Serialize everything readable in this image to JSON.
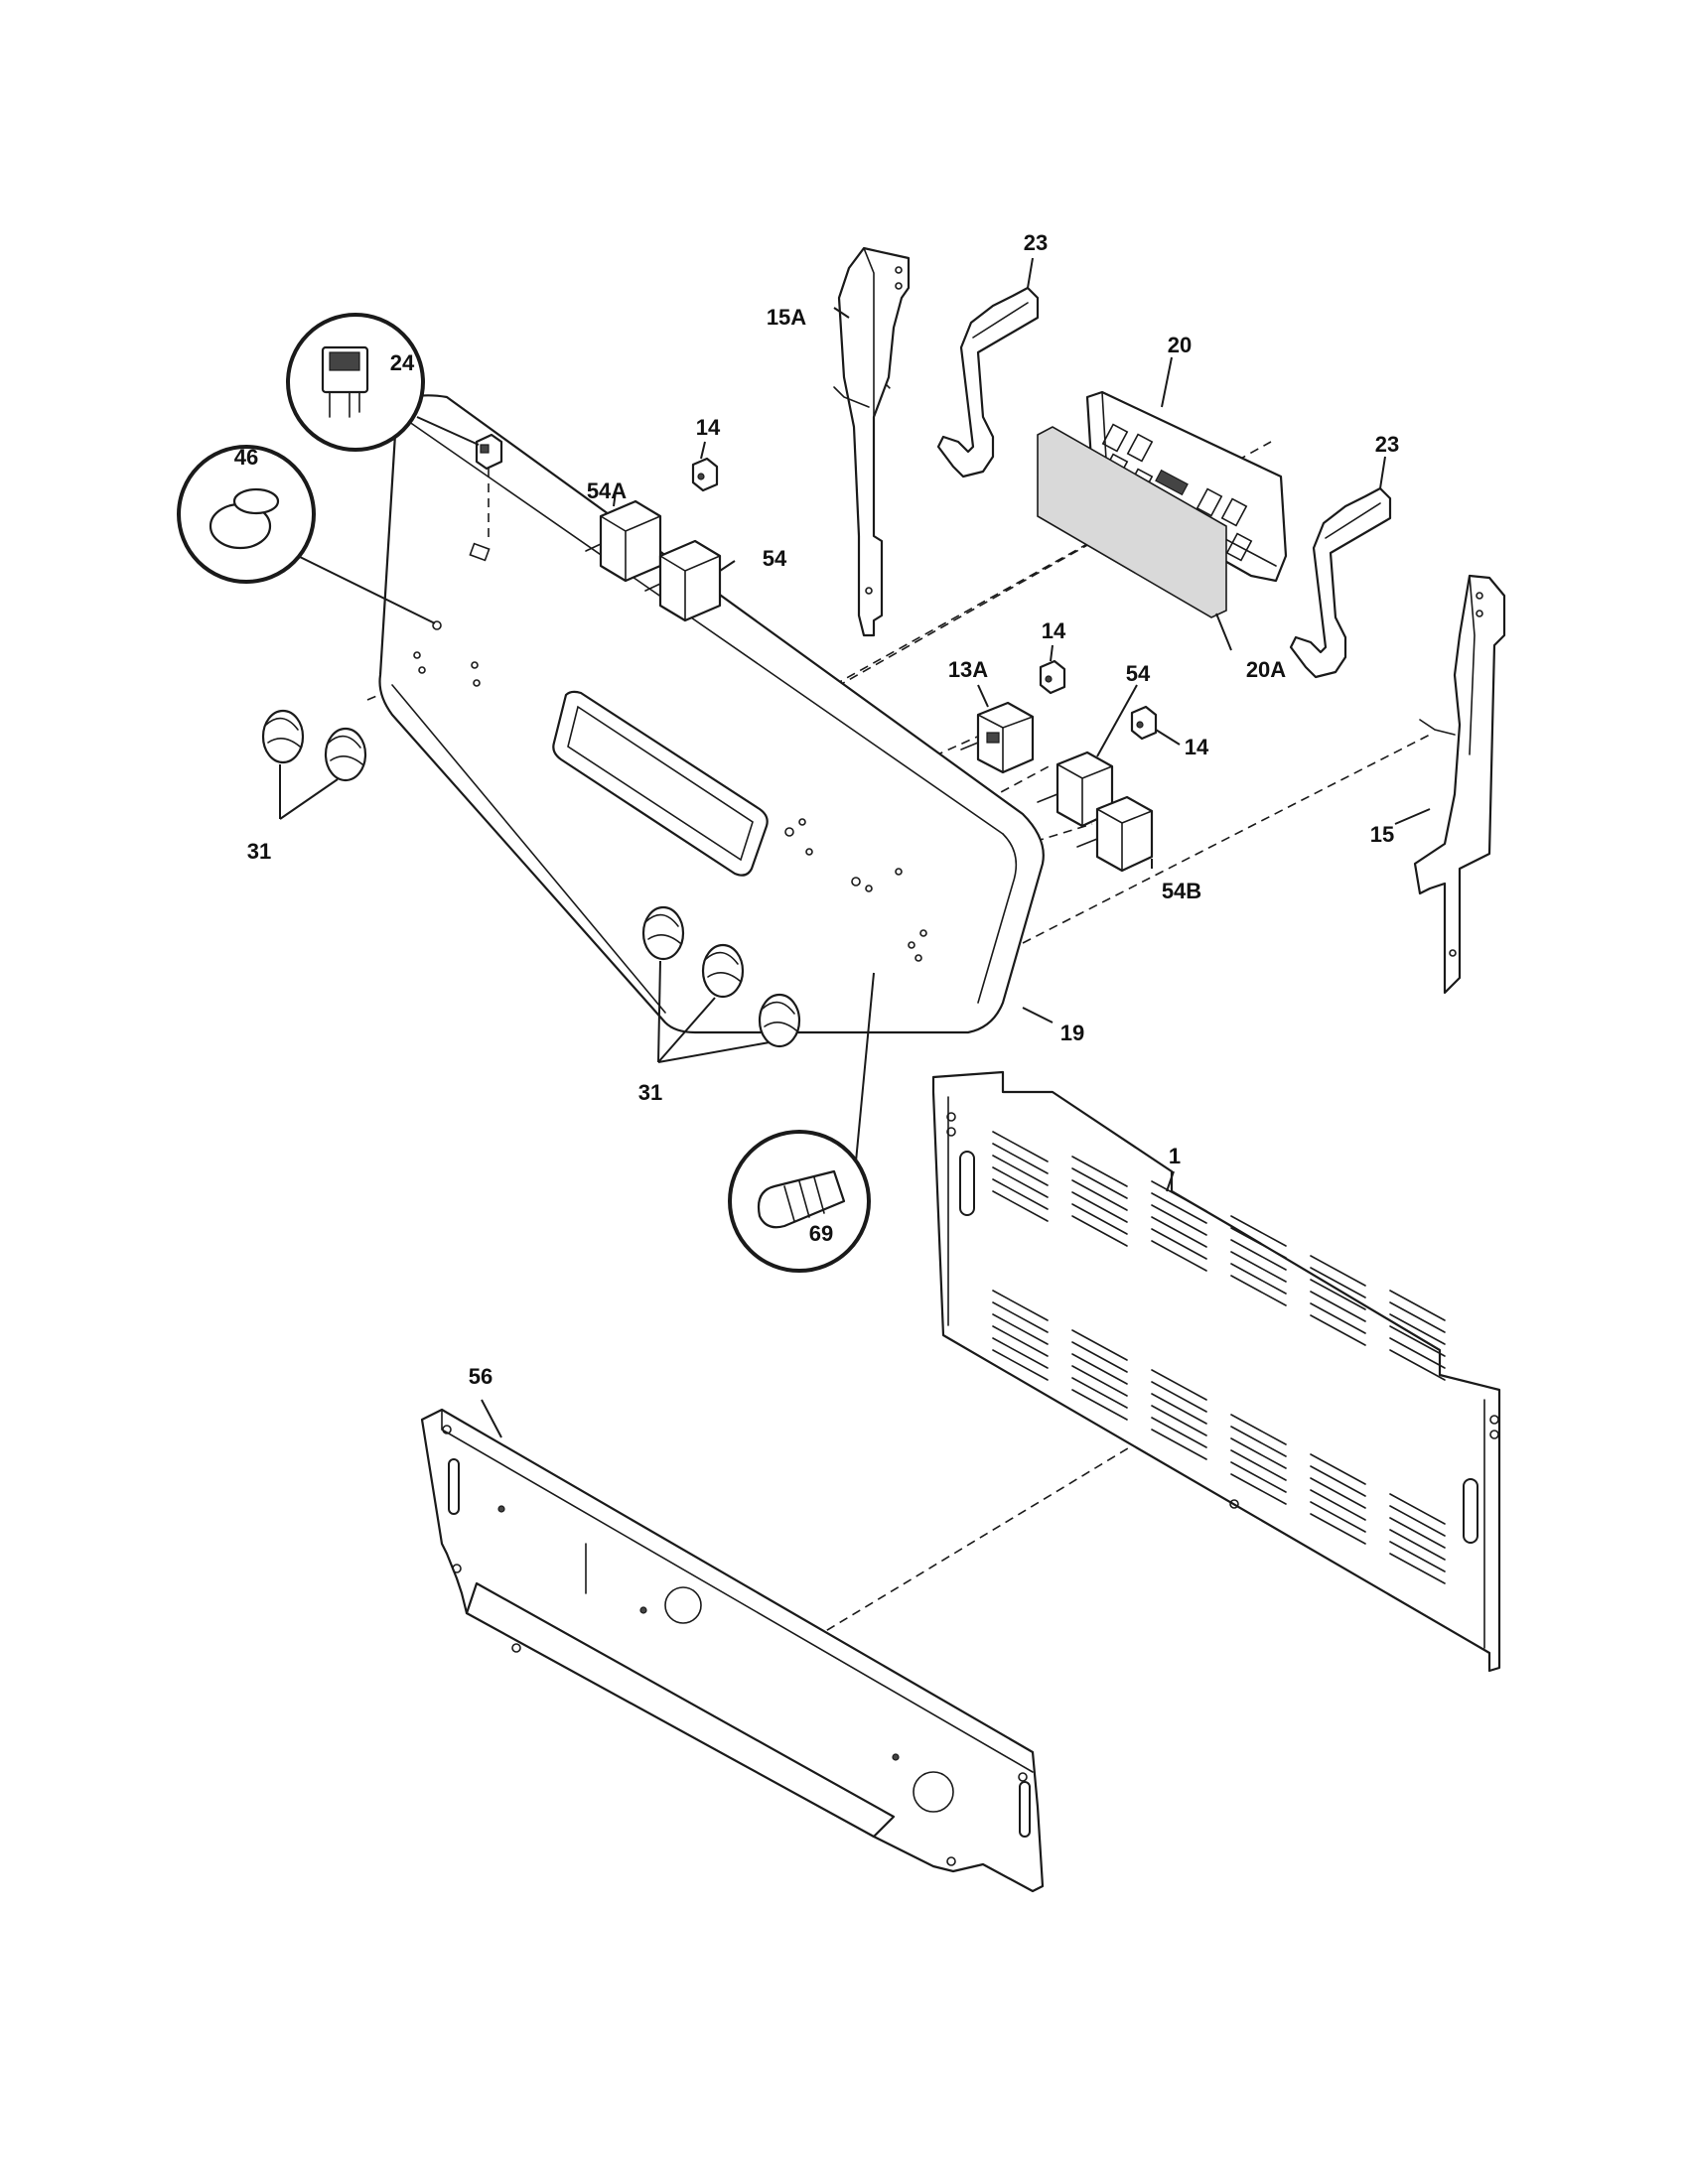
{
  "diagram": {
    "labels": {
      "l_1": "1",
      "l_13A": "13A",
      "l_14a": "14",
      "l_14b": "14",
      "l_14c": "14",
      "l_15": "15",
      "l_15A": "15A",
      "l_19": "19",
      "l_20": "20",
      "l_20A": "20A",
      "l_23a": "23",
      "l_23b": "23",
      "l_24": "24",
      "l_31a": "31",
      "l_31b": "31",
      "l_46": "46",
      "l_54A": "54A",
      "l_54a": "54",
      "l_54b": "54",
      "l_54B": "54B",
      "l_56": "56",
      "l_69": "69"
    }
  }
}
